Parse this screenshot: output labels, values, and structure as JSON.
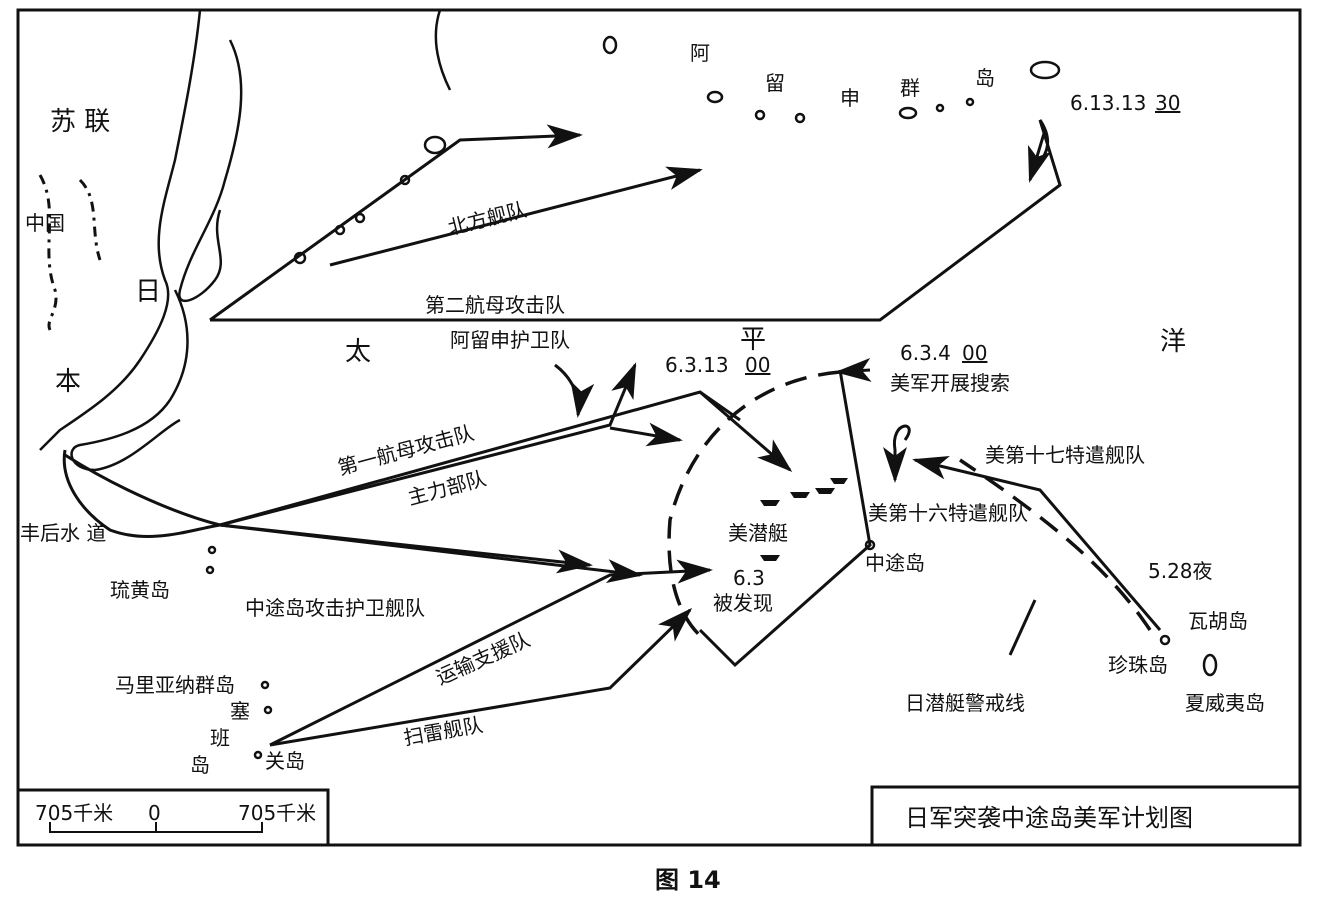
{
  "map": {
    "title": "日军突袭中途岛美军计划图",
    "caption": "图 14",
    "scale": {
      "left": "705千米",
      "zero": "0",
      "right": "705千米"
    },
    "regions": {
      "ussr": "苏 联",
      "china": "中国",
      "japan_ri": "日",
      "japan_ben": "本",
      "pacific_tai": "太",
      "pacific_ping": "平",
      "pacific_yang": "洋"
    },
    "islands": {
      "aleutian": [
        "阿",
        "留",
        "申",
        "群",
        "岛"
      ],
      "iwo_jima": "琉黄岛",
      "marianas": "马里亚纳群岛",
      "saipan": [
        "塞",
        "班",
        "岛"
      ],
      "guam": "关岛",
      "midway": "中途岛",
      "oahu": "瓦胡岛",
      "pearl": "珍珠岛",
      "hawaii": "夏威夷岛",
      "bungo": "丰后水 道"
    },
    "forces": {
      "northern": "北方舰队",
      "second_carrier": "第二航母攻击队",
      "aleutian_escort": "阿留申护卫队",
      "first_carrier": "第一航母攻击队",
      "main": "主力部队",
      "midway_escort": "中途岛攻击护卫舰队",
      "transport": "运输支援队",
      "minesweep": "扫雷舰队",
      "us_sub": "美潜艇",
      "jp_sub_line": "日潜艇警戒线",
      "tf17": "美第十七特遣舰队",
      "tf16": "美第十六特遣舰队",
      "us_search": "美军开展搜索"
    },
    "times": {
      "t1_a": "6.13.13",
      "t1_b": "30",
      "t2_a": "6.3.13",
      "t2_b": "00",
      "t3_a": "6.3.4",
      "t3_b": "00",
      "t4_a": "6.3",
      "t4_b": "被发现",
      "t5": "5.28夜"
    }
  }
}
